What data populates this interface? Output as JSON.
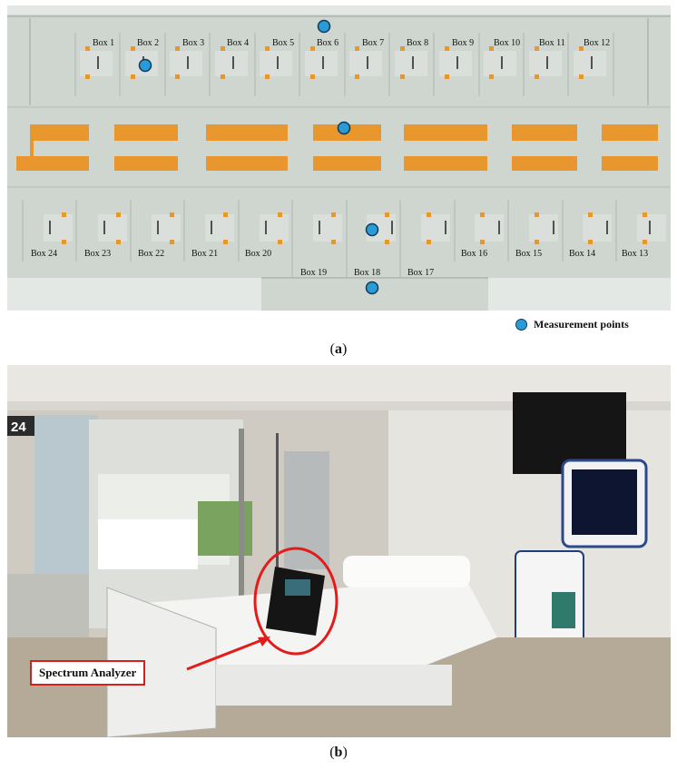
{
  "panel_a": {
    "boxes_top": [
      "Box 1",
      "Box 2",
      "Box 3",
      "Box 4",
      "Box 5",
      "Box 6",
      "Box 7",
      "Box 8",
      "Box 9",
      "Box 10",
      "Box 11",
      "Box 12"
    ],
    "boxes_bottom": [
      "Box 24",
      "Box 23",
      "Box 22",
      "Box 21",
      "Box 20",
      "Box 19",
      "Box 18",
      "Box 17",
      "Box 16",
      "Box 15",
      "Box 14",
      "Box 13"
    ],
    "legend": "Measurement points",
    "colors": {
      "floor": "#cfd6d0",
      "furniture": "#e8962e",
      "marker": "#2a9bd6"
    }
  },
  "captions": {
    "a_open": "(",
    "a_letter": "a",
    "a_close": ")",
    "b_open": "(",
    "b_letter": "b",
    "b_close": ")"
  },
  "panel_b": {
    "callout": "Spectrum Analyzer",
    "room_number": "24"
  }
}
